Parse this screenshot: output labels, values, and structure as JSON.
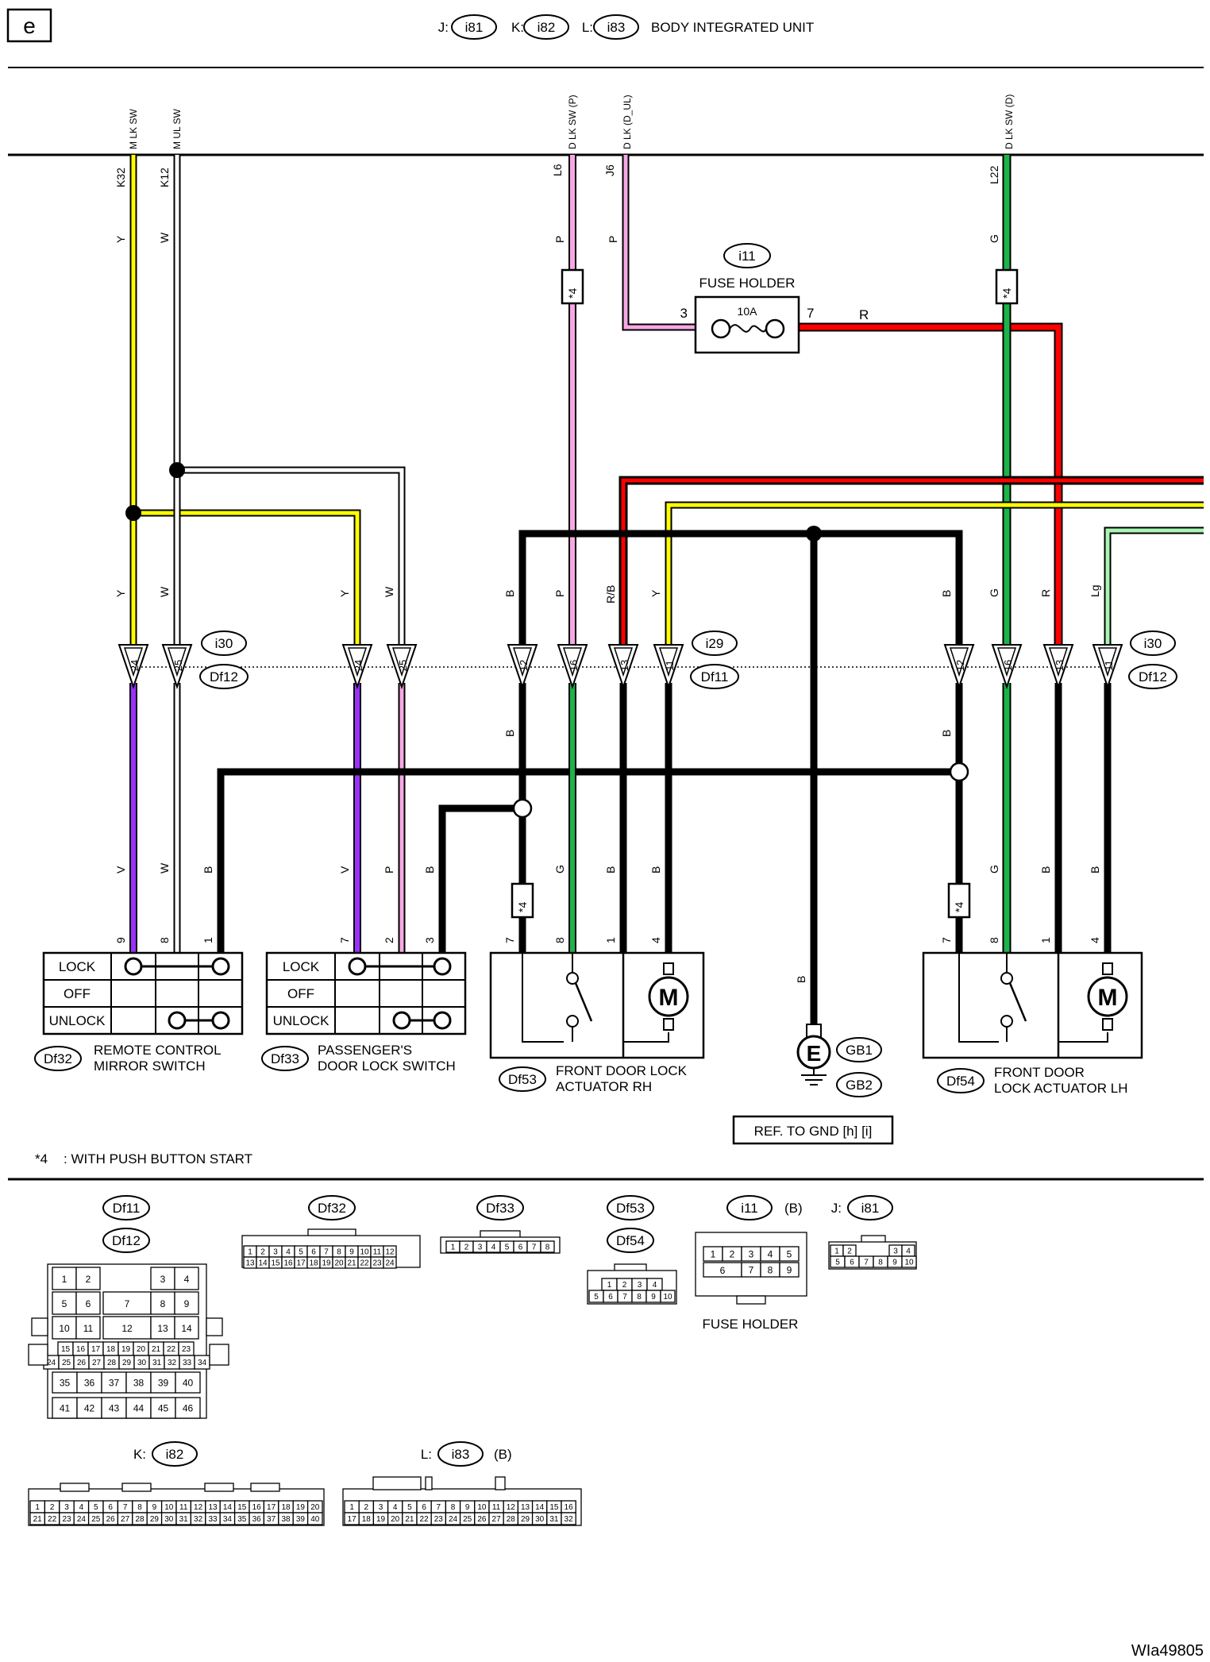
{
  "page": {
    "section": "e",
    "page_code": "WIa49805",
    "footnote_mark": "*4",
    "footnote_text": ": WITH PUSH BUTTON START"
  },
  "header": {
    "j_prefix": "J:",
    "j_ref": "i81",
    "k_prefix": "K:",
    "k_ref": "i82",
    "l_prefix": "L:",
    "l_ref": "i83",
    "title": "BODY INTEGRATED UNIT"
  },
  "bcm_terminals": [
    {
      "signal": "M LK SW",
      "pin": "K32"
    },
    {
      "signal": "M UL SW",
      "pin": "K12"
    },
    {
      "signal": "D LK SW (P)",
      "pin": "L6"
    },
    {
      "signal": "D LK (D_UL)",
      "pin": "J6"
    },
    {
      "signal": "D LK SW (D)",
      "pin": "L22"
    }
  ],
  "wire_colors": {
    "Y": "#ffff00",
    "W": "#ffffff",
    "P": "#f7a8e4",
    "G": "#1db34a",
    "R": "#ff0000",
    "B": "#000000",
    "V": "#9b30ff",
    "Lg": "#a8f5b4",
    "R/B": "#ff0000"
  },
  "wire_labels": {
    "y": "Y",
    "w": "W",
    "p": "P",
    "g": "G",
    "r": "R",
    "b": "B",
    "v": "V",
    "lg": "Lg",
    "rb": "R/B"
  },
  "fuse": {
    "ref": "i11",
    "name": "FUSE HOLDER",
    "rating": "10A",
    "pin_in": "3",
    "pin_out": "7"
  },
  "marks": {
    "star4": "*4"
  },
  "junctions": {
    "left": {
      "ref_top": "i30",
      "ref_bottom": "Df12",
      "pins": [
        "24",
        "25"
      ]
    },
    "mid": {
      "pins_a": [
        "24",
        "25"
      ],
      "pins_b": [
        "12",
        "16",
        "13",
        "11"
      ],
      "ref_top": "i29",
      "ref_bottom": "Df11"
    },
    "right": {
      "pins": [
        "12",
        "16",
        "13",
        "11"
      ],
      "ref_top": "i30",
      "ref_bottom": "Df12"
    }
  },
  "switch_states": [
    "LOCK",
    "OFF",
    "UNLOCK"
  ],
  "components": {
    "df32": {
      "ref": "Df32",
      "line1": "REMOTE CONTROL",
      "line2": "MIRROR SWITCH",
      "pins": [
        "9",
        "8",
        "1"
      ]
    },
    "df33": {
      "ref": "Df33",
      "line1": "PASSENGER'S",
      "line2": "DOOR LOCK SWITCH",
      "pins": [
        "7",
        "2",
        "3"
      ]
    },
    "df53": {
      "ref": "Df53",
      "line1": "FRONT DOOR LOCK",
      "line2": "ACTUATOR RH",
      "pins": [
        "7",
        "8",
        "1",
        "4"
      ]
    },
    "df54": {
      "ref": "Df54",
      "line1": "FRONT DOOR",
      "line2": "LOCK ACTUATOR LH",
      "pins": [
        "7",
        "8",
        "1",
        "4"
      ]
    },
    "motor": "M"
  },
  "ground": {
    "symbol": "E",
    "refs": [
      "GB1",
      "GB2"
    ],
    "ref_note": "REF. TO GND [h] [i]"
  },
  "connectors": {
    "df11_12": {
      "refs": [
        "Df11",
        "Df12"
      ],
      "rows": [
        [
          "1",
          "2",
          "",
          "3",
          "4"
        ],
        [
          "5",
          "6",
          "7",
          "8",
          "9"
        ],
        [
          "10",
          "11",
          "12",
          "13",
          "14"
        ],
        [
          "15",
          "16",
          "17",
          "18",
          "19",
          "20",
          "21",
          "22",
          "23"
        ],
        [
          "24",
          "25",
          "26",
          "27",
          "28",
          "29",
          "30",
          "31",
          "32",
          "33",
          "34"
        ],
        [
          "35",
          "36",
          "37",
          "38",
          "39",
          "40"
        ],
        [
          "41",
          "42",
          "43",
          "44",
          "45",
          "46"
        ]
      ]
    },
    "df32": {
      "ref": "Df32",
      "row1": [
        "1",
        "2",
        "3",
        "4",
        "5",
        "6",
        "7",
        "8",
        "9",
        "10",
        "11",
        "12"
      ],
      "row2": [
        "13",
        "14",
        "15",
        "16",
        "17",
        "18",
        "19",
        "20",
        "21",
        "22",
        "23",
        "24"
      ]
    },
    "df33": {
      "ref": "Df33",
      "row1": [
        "1",
        "2",
        "3",
        "4",
        "5",
        "6",
        "7",
        "8"
      ]
    },
    "df53_54": {
      "refs": [
        "Df53",
        "Df54"
      ],
      "row1": [
        "1",
        "2",
        "3",
        "4"
      ],
      "row2": [
        "5",
        "6",
        "7",
        "8",
        "9",
        "10"
      ]
    },
    "i11": {
      "ref": "i11",
      "suffix": "(B)",
      "row1": [
        "1",
        "2",
        "3",
        "4",
        "5"
      ],
      "row2": [
        "6",
        "7",
        "8",
        "9"
      ],
      "name": "FUSE HOLDER"
    },
    "i81": {
      "prefix": "J:",
      "ref": "i81",
      "row1": [
        "1",
        "2",
        "3",
        "4"
      ],
      "row2": [
        "5",
        "6",
        "7",
        "8",
        "9",
        "10"
      ]
    },
    "i82": {
      "prefix": "K:",
      "ref": "i82",
      "row1": [
        "1",
        "2",
        "3",
        "4",
        "5",
        "6",
        "7",
        "8",
        "9",
        "10",
        "11",
        "12",
        "13",
        "14",
        "15",
        "16",
        "17",
        "18",
        "19",
        "20"
      ],
      "row2": [
        "21",
        "22",
        "23",
        "24",
        "25",
        "26",
        "27",
        "28",
        "29",
        "30",
        "31",
        "32",
        "33",
        "34",
        "35",
        "36",
        "37",
        "38",
        "39",
        "40"
      ]
    },
    "i83": {
      "prefix": "L:",
      "ref": "i83",
      "suffix": "(B)",
      "row1": [
        "1",
        "2",
        "3",
        "4",
        "5",
        "6",
        "7",
        "8",
        "9",
        "10",
        "11",
        "12",
        "13",
        "14",
        "15",
        "16"
      ],
      "row2": [
        "17",
        "18",
        "19",
        "20",
        "21",
        "22",
        "23",
        "24",
        "25",
        "26",
        "27",
        "28",
        "29",
        "30",
        "31",
        "32"
      ]
    }
  }
}
